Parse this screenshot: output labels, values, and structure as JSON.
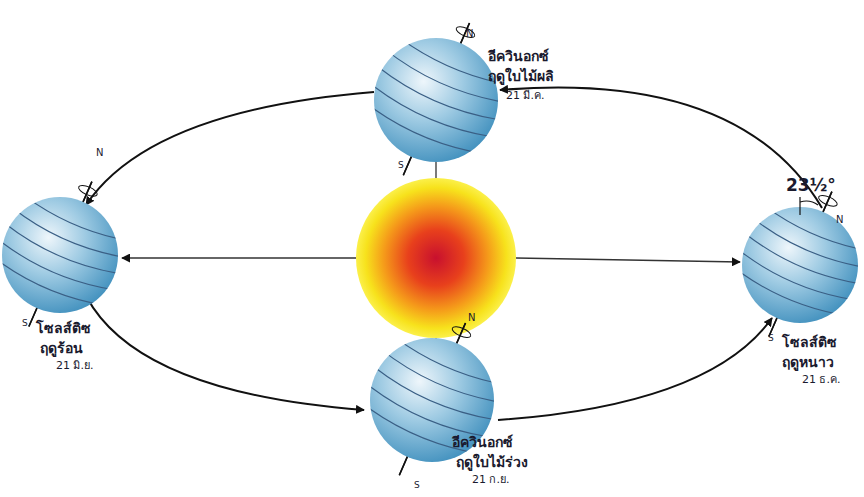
{
  "diagram": {
    "labels": [
      "N",
      "อีควินอกซ์",
      "ฤดูใบไม้ผลิ",
      "21 มี.ค.",
      "S",
      "N",
      "S",
      "โซลส์ติซ",
      "ฤดูร้อน",
      "21 มิ.ย.",
      "N",
      "อีควินอกซ์",
      "ฤดูใบไม้ร่วง",
      "21 ก.ย.",
      "S",
      "23½°",
      "N",
      "S",
      "โซลส์ติซ",
      "ฤดูหนาว",
      "21 ธ.ค."
    ]
  }
}
